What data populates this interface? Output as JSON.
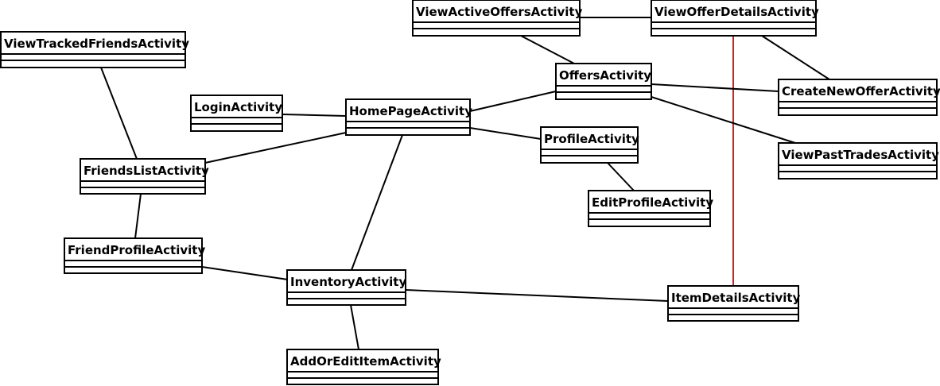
{
  "classes": {
    "view_tracked_friends": "ViewTrackedFriendsActivity",
    "view_active_offers": "ViewActiveOffersActivity",
    "view_offer_details": "ViewOfferDetailsActivity",
    "offers": "OffersActivity",
    "create_new_offer": "CreateNewOfferActivity",
    "login": "LoginActivity",
    "home_page": "HomePageActivity",
    "profile": "ProfileActivity",
    "view_past_trades": "ViewPastTradesActivity",
    "friends_list": "FriendsListActivity",
    "edit_profile": "EditProfileActivity",
    "friend_profile": "FriendProfileActivity",
    "inventory": "InventoryActivity",
    "item_details": "ItemDetailsActivity",
    "add_or_edit_item": "AddOrEditItemActivity"
  },
  "associations": [
    {
      "from": "view_active_offers",
      "to": "view_offer_details"
    },
    {
      "from": "view_active_offers",
      "to": "offers"
    },
    {
      "from": "view_offer_details",
      "to": "create_new_offer"
    },
    {
      "from": "view_offer_details",
      "to": "item_details",
      "color": "#d42020"
    },
    {
      "from": "offers",
      "to": "home_page"
    },
    {
      "from": "offers",
      "to": "create_new_offer"
    },
    {
      "from": "offers",
      "to": "view_past_trades"
    },
    {
      "from": "view_tracked_friends",
      "to": "friends_list"
    },
    {
      "from": "login",
      "to": "home_page"
    },
    {
      "from": "home_page",
      "to": "friends_list"
    },
    {
      "from": "home_page",
      "to": "profile"
    },
    {
      "from": "home_page",
      "to": "inventory"
    },
    {
      "from": "profile",
      "to": "edit_profile"
    },
    {
      "from": "friends_list",
      "to": "friend_profile"
    },
    {
      "from": "friend_profile",
      "to": "inventory"
    },
    {
      "from": "inventory",
      "to": "item_details"
    },
    {
      "from": "inventory",
      "to": "add_or_edit_item"
    }
  ]
}
